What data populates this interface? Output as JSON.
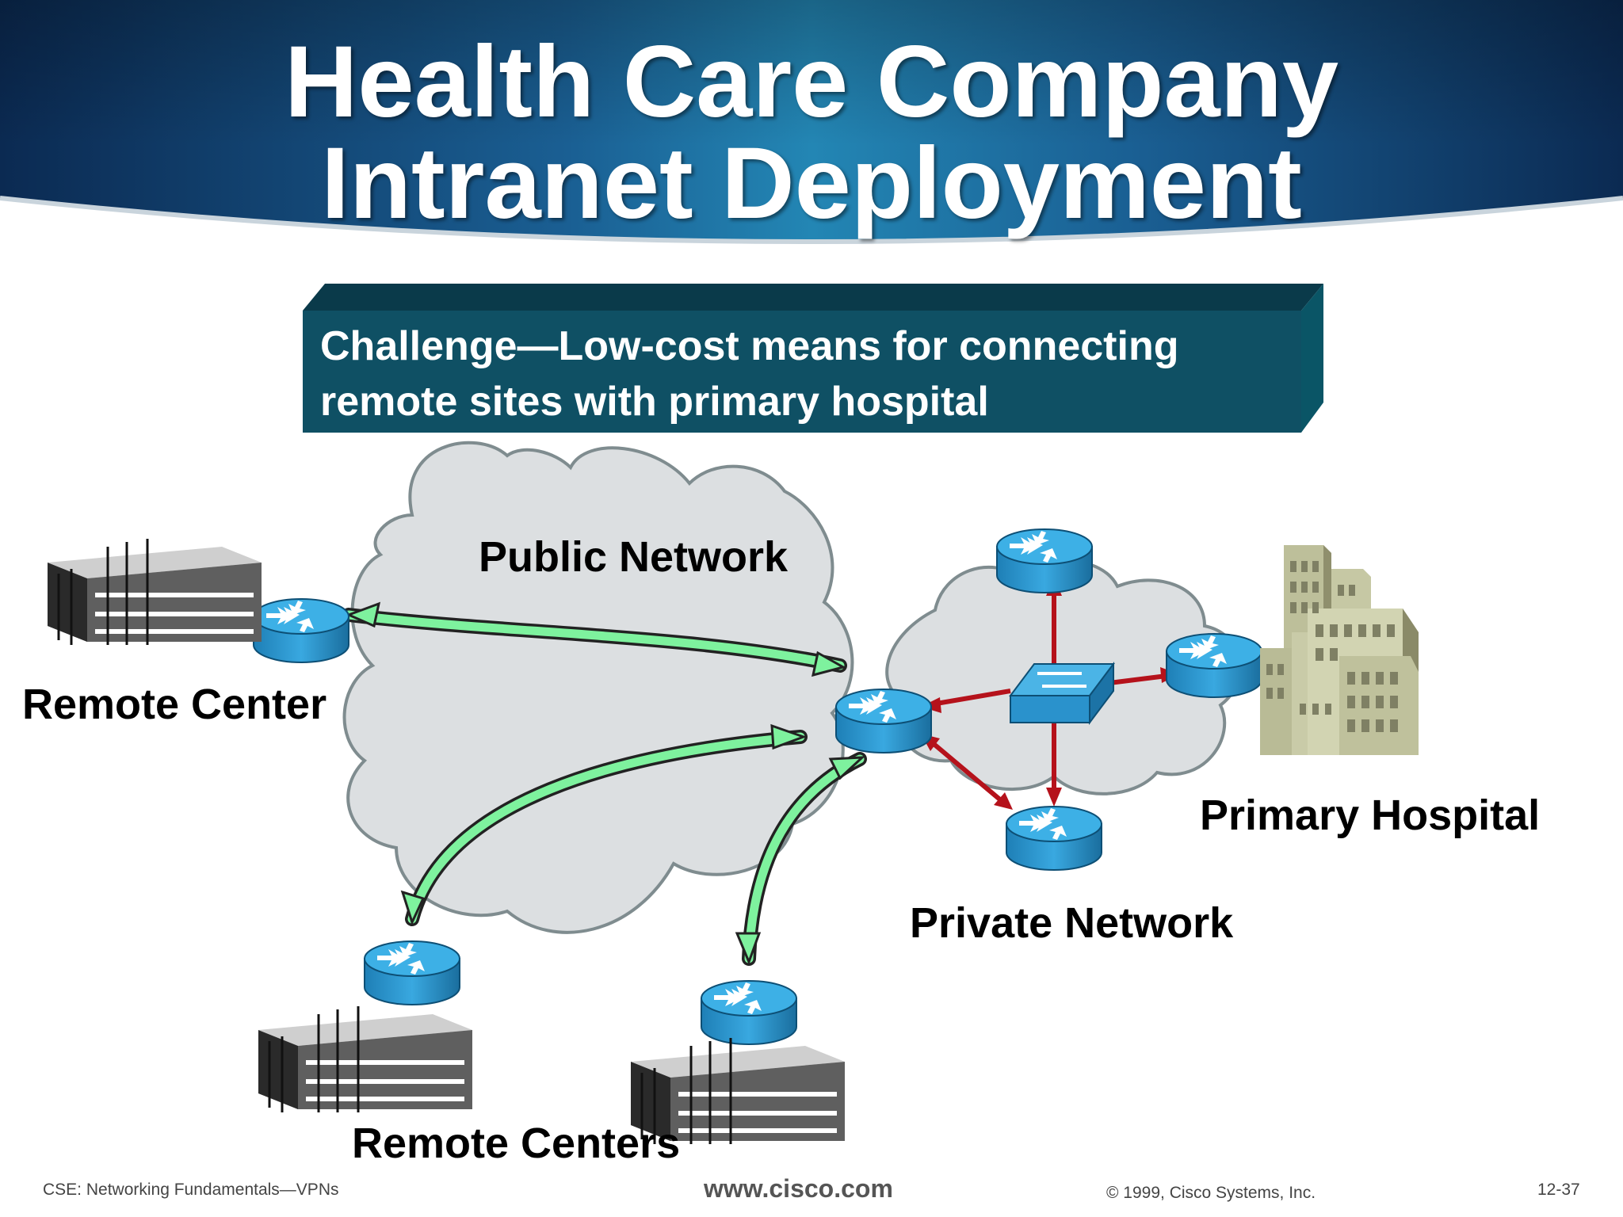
{
  "slide": {
    "title_line1": "Health Care Company",
    "title_line2": "Intranet Deployment",
    "challenge_line1": "Challenge—Low-cost means for connecting",
    "challenge_line2": "remote sites with primary hospital"
  },
  "diagram": {
    "labels": {
      "public_network": "Public Network",
      "private_network": "Private Network",
      "remote_center": "Remote Center",
      "remote_centers": "Remote Centers",
      "primary_hospital": "Primary Hospital"
    },
    "colors": {
      "header_dark": "#0b2a52",
      "header_mid": "#1d6f9e",
      "challenge_box": "#0f5064",
      "cloud_fill": "#dcdfe1",
      "router_blue": "#2b9bd6",
      "vpn_tunnel": "#7ef29e",
      "private_link": "#b5121b",
      "building_gray": "#a7a7a7"
    },
    "icons": [
      "router-icon",
      "switch-icon",
      "office-building-icon",
      "hospital-building-icon",
      "cloud-icon"
    ]
  },
  "footer": {
    "course": "CSE: Networking Fundamentals—VPNs",
    "url": "www.cisco.com",
    "copyright": "© 1999, Cisco Systems, Inc.",
    "page": "12-37"
  }
}
